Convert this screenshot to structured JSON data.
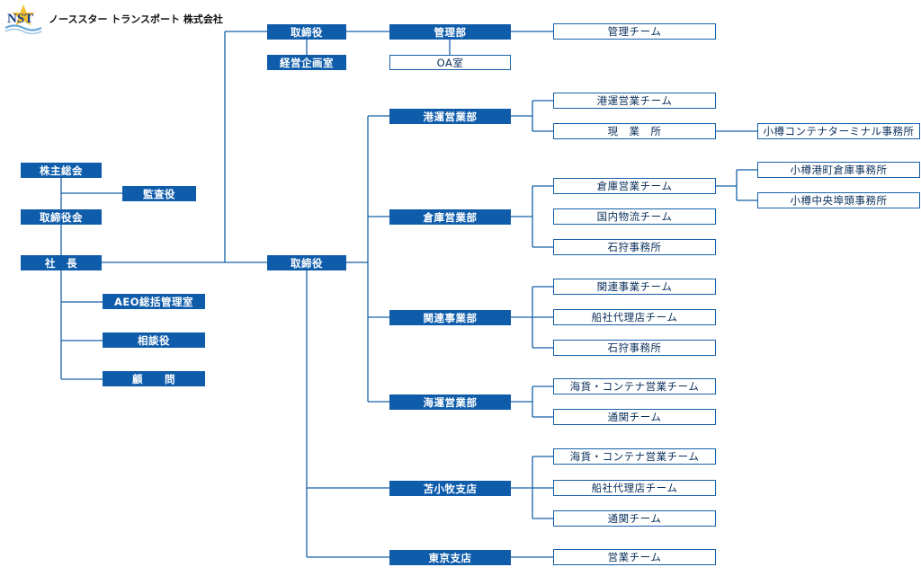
{
  "logo": {
    "mark": "NST",
    "company": "ノーススター トランスポート 株式会社"
  },
  "colors": {
    "box_fill": "#0f5cab",
    "line": "#1660a8",
    "outline_text": "#0a2f5a"
  },
  "nodes": {
    "shareholders": "株主総会",
    "auditor": "監査役",
    "board": "取締役会",
    "president": "社　長",
    "aeo": "AEO総括管理室",
    "counselor": "相談役",
    "advisor": "顧　　問",
    "director_top": "取締役",
    "planning": "経営企画室",
    "admin_dept": "管理部",
    "admin_team": "管理チーム",
    "oa_room": "OA室",
    "director_mid": "取締役",
    "port_sales": "港運営業部",
    "port_sales_team": "港運営業チーム",
    "site_office": "現　業　所",
    "otaru_terminal": "小樽コンテナターミナル事務所",
    "warehouse_sales": "倉庫営業部",
    "warehouse_sales_team": "倉庫営業チーム",
    "otaru_minato": "小樽港町倉庫事務所",
    "otaru_chuo": "小樽中央埠頭事務所",
    "domestic_logistics": "国内物流チーム",
    "ishikari_1": "石狩事務所",
    "related_biz": "関連事業部",
    "related_biz_team": "関連事業チーム",
    "ship_agency_1": "船社代理店チーム",
    "ishikari_2": "石狩事務所",
    "marine_sales": "海運営業部",
    "container_sales_1": "海貨・コンテナ営業チーム",
    "customs_1": "通関チーム",
    "tomakomai": "苫小牧支店",
    "container_sales_2": "海貨・コンテナ営業チーム",
    "ship_agency_2": "船社代理店チーム",
    "customs_2": "通関チーム",
    "tokyo": "東京支店",
    "sales_team": "営業チーム"
  }
}
